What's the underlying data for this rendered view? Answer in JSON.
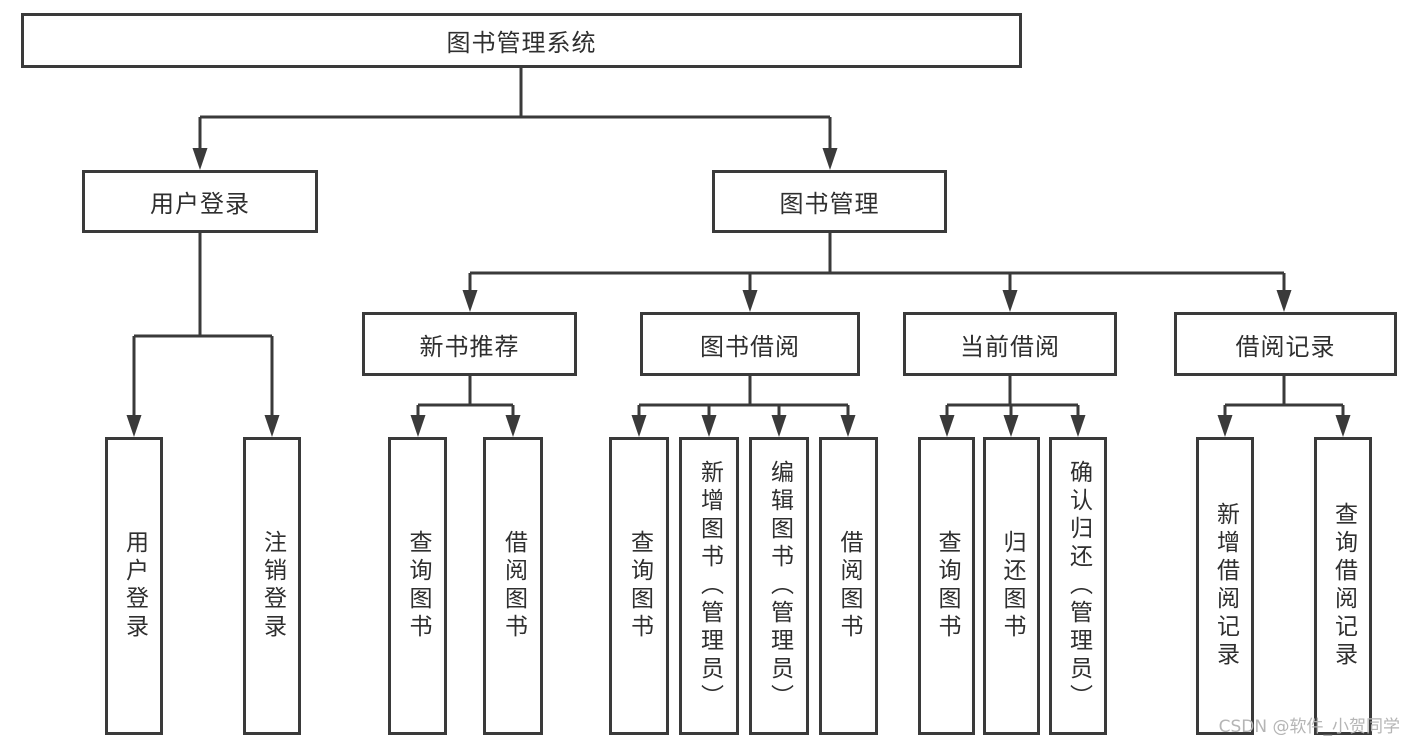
{
  "colors": {
    "line": "#3a3a3a",
    "box_border": "#3a3a3a",
    "box_background": "#ffffff",
    "text": "#2f2f2f",
    "watermark": "#b5b5b5",
    "page_background": "#ffffff"
  },
  "diagram": {
    "root": {
      "label": "图书管理系统"
    },
    "user_login": {
      "label": "用户登录",
      "children": {
        "login": {
          "label": "用户登录"
        },
        "logout": {
          "label": "注销登录"
        }
      }
    },
    "book_management": {
      "label": "图书管理",
      "sections": {
        "new_book_recommend": {
          "label": "新书推荐",
          "children": {
            "query_books": {
              "label": "查询图书"
            },
            "borrow_books": {
              "label": "借阅图书"
            }
          }
        },
        "book_borrow": {
          "label": "图书借阅",
          "children": {
            "query_books": {
              "label": "查询图书"
            },
            "add_books": {
              "label": "新增图书（管理员）"
            },
            "edit_books": {
              "label": "编辑图书（管理员）"
            },
            "borrow_books": {
              "label": "借阅图书"
            }
          }
        },
        "current_borrow": {
          "label": "当前借阅",
          "children": {
            "query_books": {
              "label": "查询图书"
            },
            "return_books": {
              "label": "归还图书"
            },
            "confirm_return": {
              "label": "确认归还（管理员）"
            }
          }
        },
        "borrow_records": {
          "label": "借阅记录",
          "children": {
            "add_record": {
              "label": "新增借阅记录"
            },
            "query_record": {
              "label": "查询借阅记录"
            }
          }
        }
      }
    }
  },
  "watermark": {
    "text": "CSDN @软件_小贺同学"
  }
}
